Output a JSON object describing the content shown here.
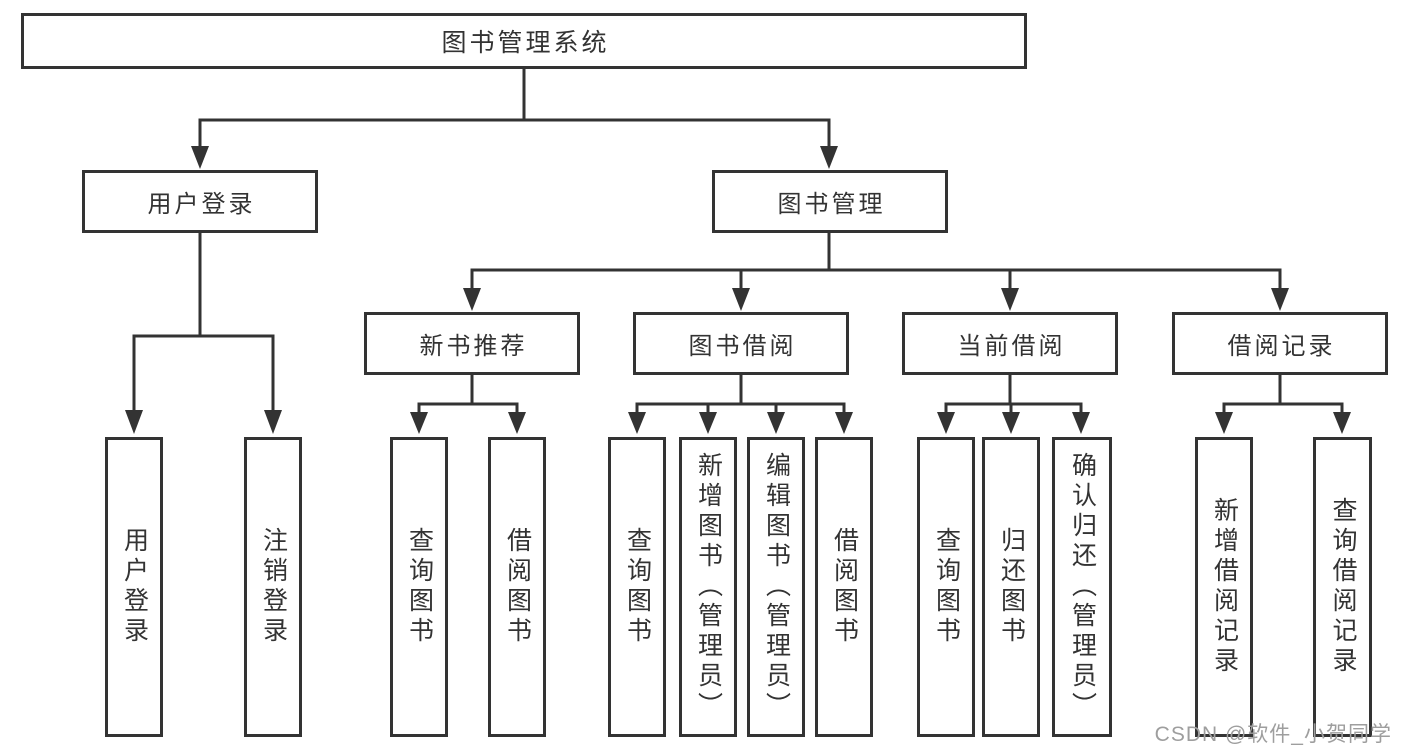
{
  "diagram": {
    "root": "图书管理系统",
    "level2": [
      "用户登录",
      "图书管理"
    ],
    "level3": [
      "新书推荐",
      "图书借阅",
      "当前借阅",
      "借阅记录"
    ],
    "leaves": [
      "用户登录",
      "注销登录",
      "查询图书",
      "借阅图书",
      "查询图书",
      "新增图书（管理员）",
      "编辑图书（管理员）",
      "借阅图书",
      "查询图书",
      "归还图书",
      "确认归还（管理员）",
      "新增借阅记录",
      "查询借阅记录"
    ]
  },
  "colors": {
    "line": "#333333",
    "text": "#333333",
    "watermark": "#9e9e9e",
    "background": "#ffffff"
  },
  "watermark": "CSDN @软件_小贺同学"
}
